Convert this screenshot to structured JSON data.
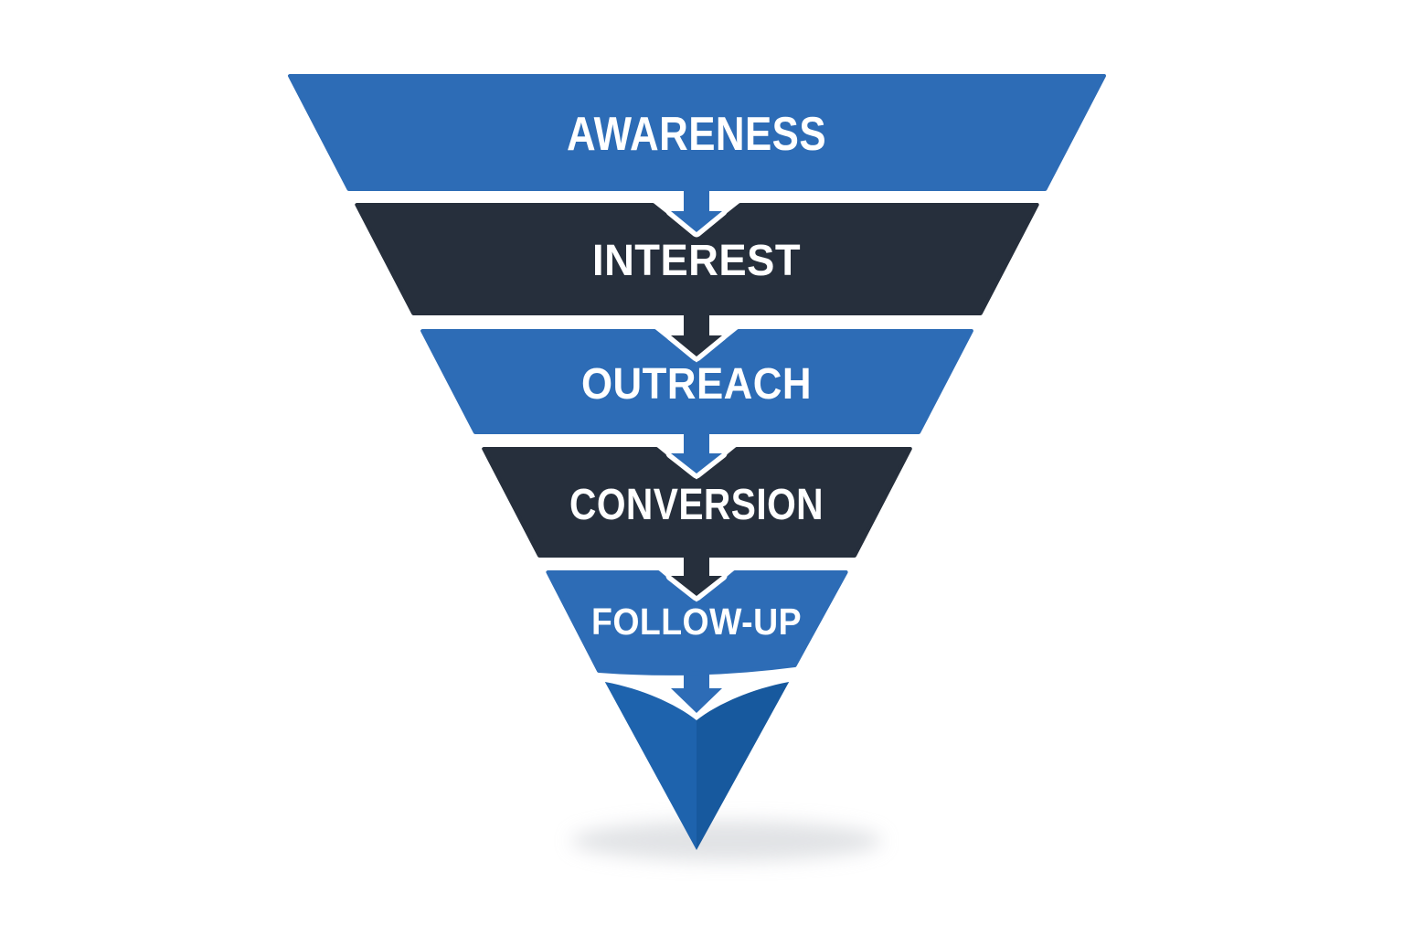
{
  "page": {
    "background": "#ffffff"
  },
  "funnel": {
    "type": "funnel-diagram",
    "orientation": "inverted-pyramid",
    "text_color": "#ffffff",
    "stages": [
      {
        "label": "AWARENESS",
        "fill": "#2d6cb6"
      },
      {
        "label": "INTEREST",
        "fill": "#262f3c"
      },
      {
        "label": "OUTREACH",
        "fill": "#2d6cb6"
      },
      {
        "label": "CONVERSION",
        "fill": "#262f3c"
      },
      {
        "label": "FOLLOW-UP",
        "fill": "#2d6cb6"
      }
    ],
    "connector_arrows": [
      {
        "from": "AWARENESS",
        "to": "INTEREST",
        "fill": "#2d6cb6"
      },
      {
        "from": "INTEREST",
        "to": "OUTREACH",
        "fill": "#262f3c"
      },
      {
        "from": "OUTREACH",
        "to": "CONVERSION",
        "fill": "#2d6cb6"
      },
      {
        "from": "CONVERSION",
        "to": "FOLLOW-UP",
        "fill": "#262f3c"
      },
      {
        "from": "FOLLOW-UP",
        "to": "TIP",
        "fill": "#2d6cb6"
      }
    ],
    "tip": {
      "left_fill": "#1e63ad",
      "right_fill": "#17599e",
      "shadow_color": "#c9ccd1"
    }
  }
}
